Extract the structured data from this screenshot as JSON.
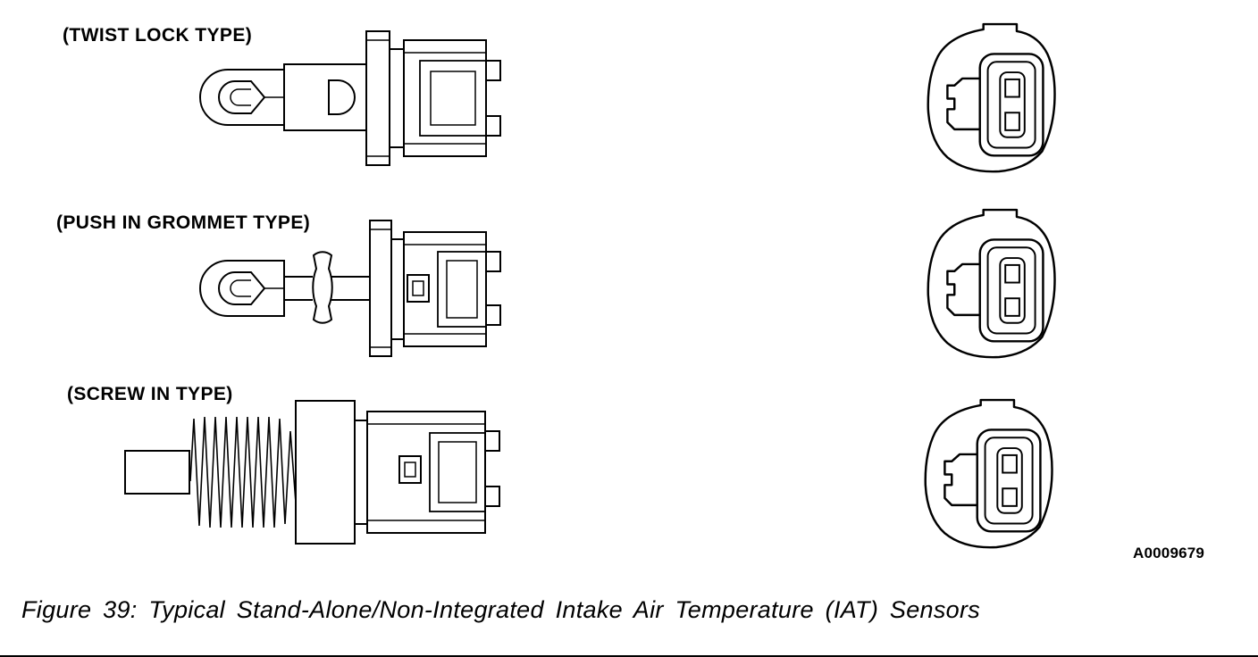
{
  "figure": {
    "caption": "Figure 39: Typical Stand-Alone/Non-Integrated Intake Air Temperature (IAT) Sensors",
    "reference_code": "A0009679"
  },
  "sensors": [
    {
      "label": "(TWIST LOCK TYPE)"
    },
    {
      "label": "(PUSH IN GROMMET TYPE)"
    },
    {
      "label": "(SCREW IN TYPE)"
    }
  ],
  "colors": {
    "ink": "#000000",
    "background": "#ffffff"
  }
}
